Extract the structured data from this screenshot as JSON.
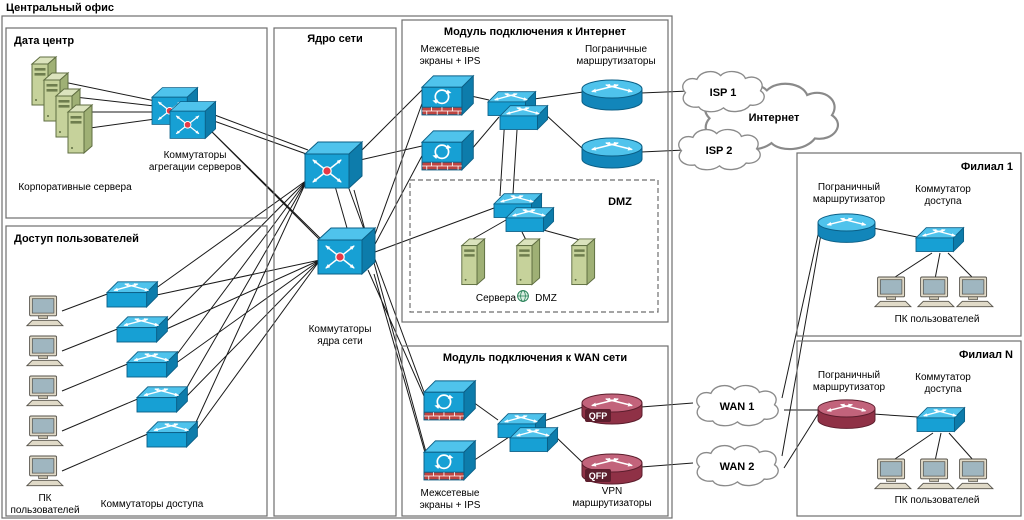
{
  "page_title": "Центральный офис",
  "colors": {
    "device_blue": "#17a0d4",
    "device_blue_light": "#4fc3ec",
    "device_blue_dark": "#0d7cab",
    "vpn_maroon": "#8f3146",
    "server_green": "#c6d29b",
    "brick_red": "#bf4540",
    "marker_red": "#e63946",
    "line_black": "#1a1a1a"
  },
  "datacenter": {
    "title": "Дата центр",
    "servers_label": "Корпоративные сервера",
    "agg_label_1": "Коммутаторы",
    "agg_label_2": "агрегации серверов"
  },
  "core": {
    "title": "Ядро сети",
    "label_1": "Коммутаторы",
    "label_2": "ядра сети"
  },
  "user_access": {
    "title": "Доступ пользователей",
    "pc_label_1": "ПК",
    "pc_label_2": "пользователей",
    "switch_label": "Коммутаторы доступа"
  },
  "internet_module": {
    "title": "Модуль подключения к Интернет",
    "firewall_label_1": "Межсетевые",
    "firewall_label_2": "экраны + IPS",
    "border_router_label_1": "Пограничные",
    "border_router_label_2": "маршрутизаторы",
    "dmz_title": "DMZ",
    "dmz_servers_label_1": "Сервера",
    "dmz_servers_label_2": "DMZ"
  },
  "wan_module": {
    "title": "Модуль подключения к WAN сети",
    "firewall_label_1": "Межсетевые",
    "firewall_label_2": "экраны + IPS",
    "vpn_label_1": "VPN",
    "vpn_label_2": "маршрутизаторы",
    "qfp_badge": "QFP"
  },
  "clouds": {
    "isp1": "ISP 1",
    "isp2": "ISP 2",
    "internet": "Интернет",
    "wan1": "WAN 1",
    "wan2": "WAN 2"
  },
  "branch1": {
    "title": "Филиал 1",
    "router_label_1": "Пограничный",
    "router_label_2": "маршрутизатор",
    "switch_label_1": "Коммутатор",
    "switch_label_2": "доступа",
    "pc_label": "ПК пользователей"
  },
  "branchN": {
    "title": "Филиал N",
    "router_label_1": "Пограничный",
    "router_label_2": "маршрутизатор",
    "switch_label_1": "Коммутатор",
    "switch_label_2": "доступа",
    "pc_label": "ПК пользователей"
  }
}
